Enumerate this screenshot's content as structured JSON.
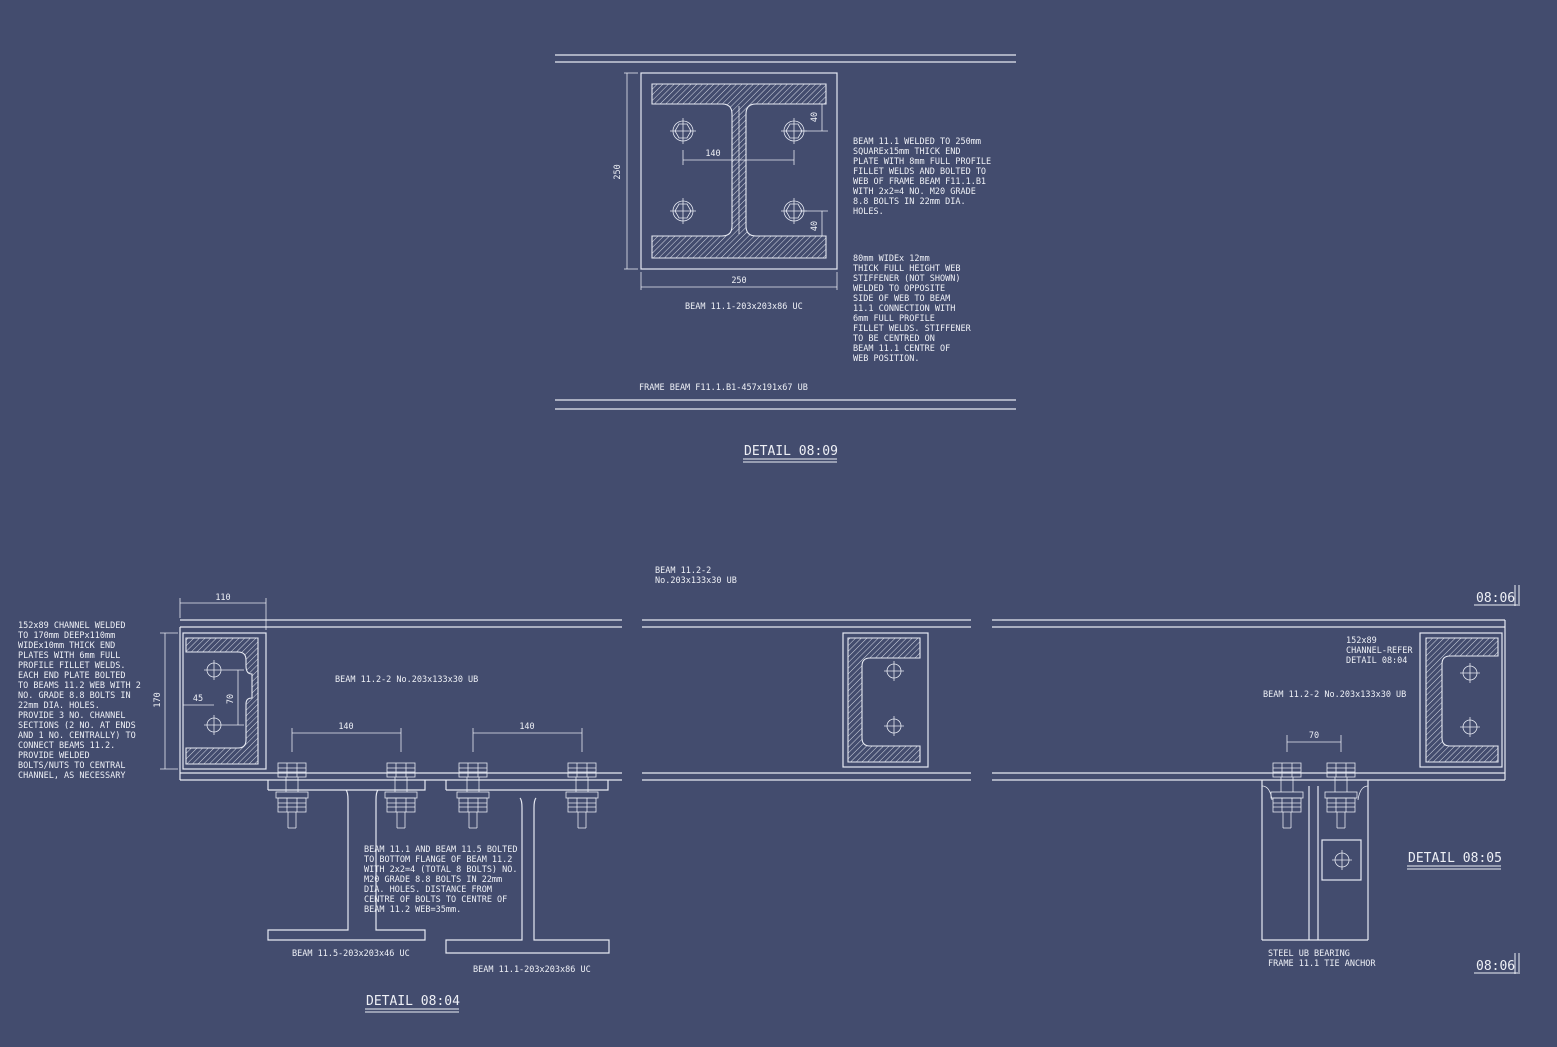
{
  "colors": {
    "background": "#434c6e",
    "linework": "#e6e9f2"
  },
  "detail_0809": {
    "title": "DETAIL 08:09",
    "dim_height": "250",
    "dim_width": "250",
    "dim_bolt_spacing": "140",
    "dim_edge_top": "40",
    "dim_edge_bottom": "40",
    "beam_label": "BEAM 11.1-203x203x86 UC",
    "frame_beam_label": "FRAME BEAM F11.1.B1-457x191x67 UB",
    "note_1": [
      "BEAM 11.1 WELDED TO 250mm",
      "SQUAREx15mm THICK END",
      "PLATE WITH 8mm FULL PROFILE",
      "FILLET WELDS AND BOLTED TO",
      "WEB OF FRAME BEAM F11.1.B1",
      "WITH 2x2=4 NO. M20 GRADE",
      "8.8 BOLTS IN 22mm DIA.",
      "HOLES."
    ],
    "note_2": [
      "80mm WIDEx 12mm",
      "THICK FULL HEIGHT WEB",
      "STIFFENER (NOT SHOWN)",
      "WELDED TO OPPOSITE",
      "SIDE OF WEB TO BEAM",
      "11.1 CONNECTION WITH",
      "6mm FULL PROFILE",
      "FILLET WELDS. STIFFENER",
      "TO BE CENTRED ON",
      "BEAM 11.1 CENTRE OF",
      "WEB POSITION."
    ]
  },
  "detail_0804": {
    "title": "DETAIL 08:04",
    "top_beam_label": [
      "BEAM 11.2-2",
      "No.203x133x30 UB"
    ],
    "channel_note": [
      "152x89 CHANNEL WELDED",
      "TO 170mm DEEPx110mm",
      "WIDEx10mm THICK END",
      "PLATES WITH 6mm FULL",
      "PROFILE FILLET WELDS.",
      "EACH END PLATE BOLTED",
      "TO BEAMS 11.2 WEB WITH 2",
      "NO. GRADE 8.8 BOLTS IN",
      "22mm DIA. HOLES.",
      "PROVIDE 3 NO. CHANNEL",
      "SECTIONS (2 NO. AT ENDS",
      "AND 1 NO. CENTRALLY) TO",
      "CONNECT BEAMS 11.2.",
      "PROVIDE WELDED",
      "BOLTS/NUTS TO CENTRAL",
      "CHANNEL, AS NECESSARY"
    ],
    "dim_110": "110",
    "dim_170": "170",
    "dim_45": "45",
    "dim_70": "70",
    "dim_140_a": "140",
    "dim_140_b": "140",
    "beam_label_inside": "BEAM 11.2-2 No.203x133x30 UB",
    "bolt_note": [
      "BEAM 11.1 AND BEAM 11.5 BOLTED",
      "TO BOTTOM FLANGE OF BEAM 11.2",
      "WITH 2x2=4 (TOTAL 8 BOLTS) NO.",
      "M20 GRADE 8.8 BOLTS IN 22mm",
      "DIA. HOLES. DISTANCE FROM",
      "CENTRE OF BOLTS TO CENTRE OF",
      "BEAM 11.2 WEB=35mm."
    ],
    "beam_115_label": "BEAM 11.5-203x203x46 UC",
    "beam_111_label": "BEAM 11.1-203x203x86 UC"
  },
  "detail_0805": {
    "title": "DETAIL 08:05",
    "ref_top": "08:06",
    "ref_bottom": "08:06",
    "channel_ref": [
      "152x89",
      "CHANNEL-REFER",
      "DETAIL 08:04"
    ],
    "beam_label": "BEAM 11.2-2 No.203x133x30 UB",
    "dim_70": "70",
    "bearing_label": [
      "STEEL UB BEARING",
      "FRAME 11.1 TIE ANCHOR"
    ]
  }
}
